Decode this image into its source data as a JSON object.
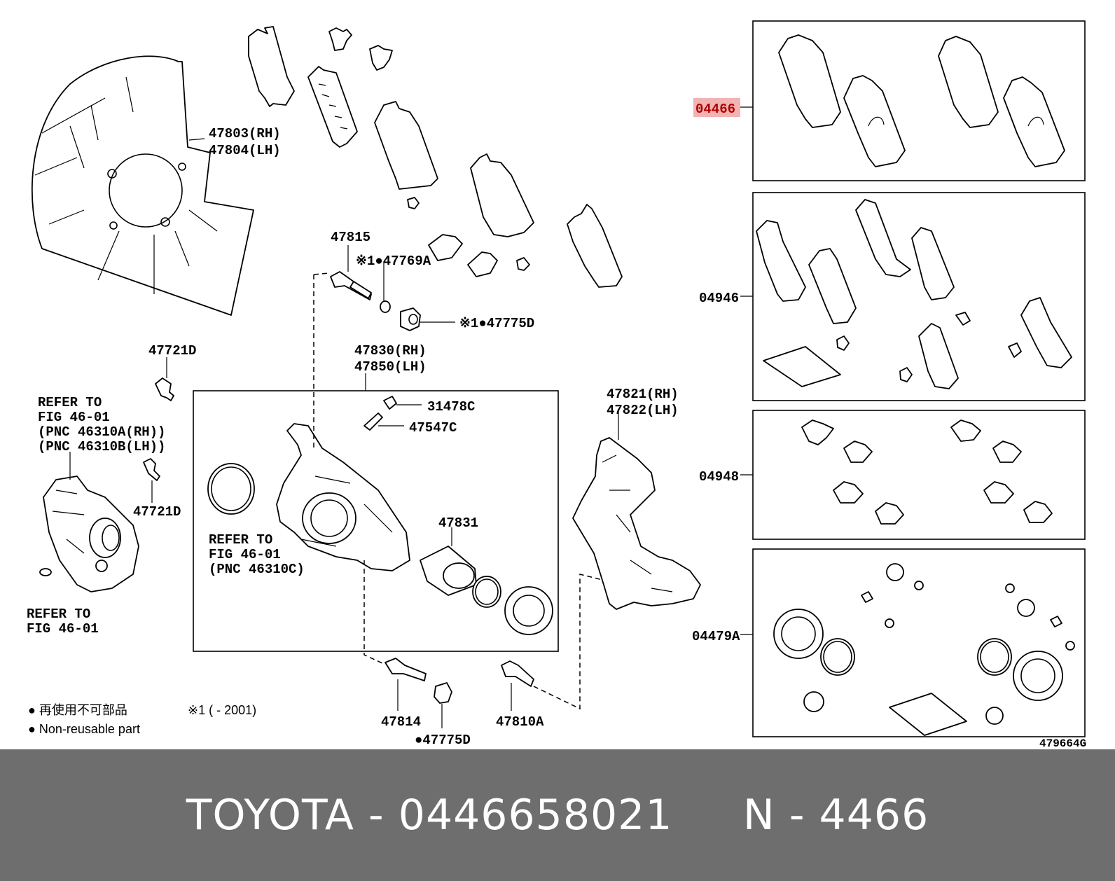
{
  "labels": {
    "shield": [
      "47803(RH)",
      "47804(LH)"
    ],
    "bolt_47815": "47815",
    "bush_47769a": "※1●47769A",
    "boot_47775d_top": "※1●47775D",
    "bleeder_47721d_a": "47721D",
    "bleeder_47721d_b": "47721D",
    "caliper": [
      "47830(RH)",
      "47850(LH)"
    ],
    "cap_31478c": "31478C",
    "plug_47547c": "47547C",
    "actuator_ref": [
      "REFER TO",
      "FIG 46-01",
      "(PNC 46310A(RH))",
      "(PNC 46310B(LH))"
    ],
    "ring_ref": [
      "REFER TO",
      "FIG 46-01",
      "(PNC 46310C)"
    ],
    "piston_47831": "47831",
    "mount_caliper": [
      "47821(RH)",
      "47822(LH)"
    ],
    "bolt_47814": "47814",
    "boot_47775d_bottom": "●47775D",
    "bolt_47810a": "47810A",
    "small_ref": [
      "REFER TO",
      "FIG 46-01"
    ],
    "kit_04466": "04466",
    "kit_04946": "04946",
    "kit_04948": "04948",
    "kit_04479a": "04479A",
    "figure_number": "479664G"
  },
  "legend": {
    "jp_text": "● 再使用不可部品",
    "en_text": "● Non-reusable part",
    "note": "※1 (        - 2001)"
  },
  "highlight_color": "#f3b3b3",
  "footer": {
    "brand": "TOYOTA",
    "part_number": "0446658021",
    "variant": "N - 4466",
    "full": "TOYOTA - 0446658021     N - 4466"
  }
}
